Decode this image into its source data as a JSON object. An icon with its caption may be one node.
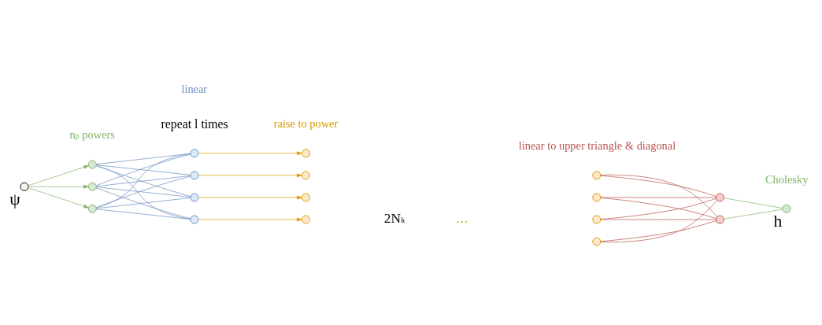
{
  "diagram": {
    "nodes": [
      {
        "text": [],
        "shape": "circle",
        "beside": [
          "ψ"
        ]
      },
      {
        "text": [],
        "shape": "circle"
      },
      {
        "text": [],
        "shape": "circle"
      },
      {
        "text": [],
        "shape": "circle"
      },
      {
        "text": [],
        "shape": "circle"
      },
      {
        "text": [],
        "shape": "circle"
      },
      {
        "text": [],
        "shape": "circle"
      },
      {
        "text": [],
        "shape": "circle"
      },
      {
        "text": [],
        "shape": "circle"
      },
      {
        "text": [],
        "shape": "circle"
      },
      {
        "text": [],
        "shape": "circle"
      },
      {
        "text": [],
        "shape": "circle"
      },
      {
        "text": [],
        "shape": "circle"
      },
      {
        "text": [],
        "shape": "circle"
      },
      {
        "text": [],
        "shape": "circle"
      },
      {
        "text": [],
        "shape": "circle"
      },
      {
        "text": [],
        "shape": "circle"
      },
      {
        "text": [],
        "shape": "circle"
      },
      {
        "text": [],
        "shape": "circle",
        "beside": [
          "h"
        ]
      }
    ],
    "edges": [
      {
        "from": 0,
        "to": 1,
        "arrow": "to",
        "color": "#82b366"
      },
      {
        "from": 0,
        "to": 2,
        "arrow": "to",
        "color": "#82b366"
      },
      {
        "from": 0,
        "to": 3,
        "arrow": "to",
        "color": "#82b366"
      },
      {
        "from": 1,
        "to": 4,
        "arrow": "none"
      },
      {
        "from": 1,
        "to": 5,
        "arrow": "none"
      },
      {
        "from": 1,
        "to": 6,
        "arrow": "none"
      },
      {
        "from": 1,
        "to": 7,
        "arrow": "none"
      },
      {
        "from": 2,
        "to": 4,
        "arrow": "none"
      },
      {
        "from": 2,
        "to": 5,
        "arrow": "none"
      },
      {
        "from": 2,
        "to": 6,
        "arrow": "none"
      },
      {
        "from": 2,
        "to": 7,
        "arrow": "none"
      },
      {
        "from": 3,
        "to": 4,
        "arrow": "none"
      },
      {
        "from": 3,
        "to": 5,
        "arrow": "none"
      },
      {
        "from": 3,
        "to": 6,
        "arrow": "none"
      },
      {
        "from": 3,
        "to": 7,
        "arrow": "none"
      },
      {
        "from": 4,
        "to": 8,
        "arrow": "to",
        "color": "#d79b00"
      },
      {
        "from": 5,
        "to": 9,
        "arrow": "to",
        "color": "#d79b00"
      },
      {
        "from": 6,
        "to": 10,
        "arrow": "to",
        "color": "#d79b00"
      },
      {
        "from": 7,
        "to": 11,
        "arrow": "to",
        "color": "#d79b00"
      },
      {
        "from": 12,
        "to": 16,
        "arrow": "none",
        "color": "#b85450"
      },
      {
        "from": 12,
        "to": 17,
        "arrow": "none",
        "color": "#b85450"
      },
      {
        "from": 13,
        "to": 16,
        "arrow": "none",
        "color": "#b85450"
      },
      {
        "from": 13,
        "to": 17,
        "arrow": "none",
        "color": "#b85450"
      },
      {
        "from": 14,
        "to": 16,
        "arrow": "none",
        "color": "#b85450"
      },
      {
        "from": 14,
        "to": 17,
        "arrow": "none",
        "color": "#b85450"
      },
      {
        "from": 15,
        "to": 16,
        "arrow": "none",
        "color": "#b85450"
      },
      {
        "from": 15,
        "to": 17,
        "arrow": "none",
        "color": "#b85450"
      },
      {
        "from": 16,
        "to": 18,
        "arrow": "none",
        "color": "#82b366"
      },
      {
        "from": 17,
        "to": 18,
        "arrow": "none",
        "color": "#82b366"
      }
    ],
    "labels": [
      "repeat l times",
      "linear",
      "2N$_{k}$",
      "…",
      "linear to upper triangle & diagonal",
      "n$_{p}$ powers",
      "raise to power",
      "Cholesky"
    ]
  }
}
